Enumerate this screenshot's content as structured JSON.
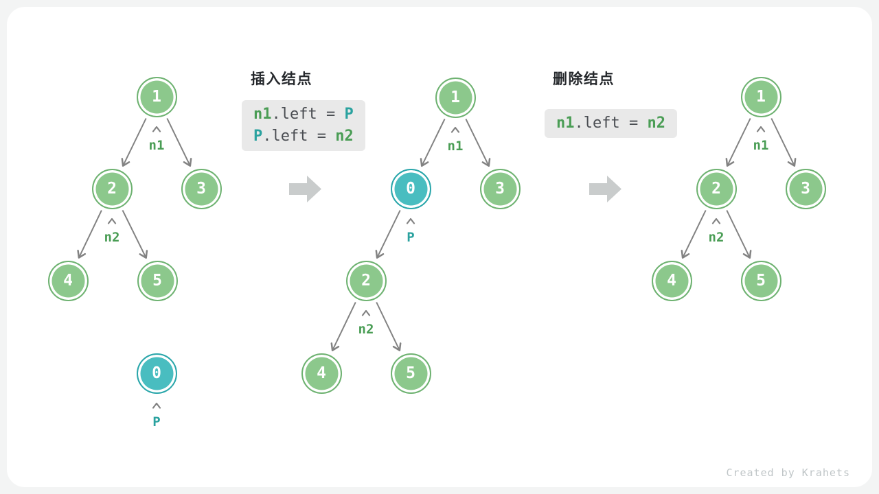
{
  "sections": [
    {
      "title": "插入结点",
      "code": [
        {
          "tokens": [
            "n1",
            ".left = ",
            "P"
          ]
        },
        {
          "tokens": [
            "P",
            ".left = ",
            "n2"
          ]
        }
      ]
    },
    {
      "title": "删除结点",
      "code": [
        {
          "tokens": [
            "n1",
            ".left = ",
            "n2"
          ]
        }
      ]
    }
  ],
  "trees": [
    {
      "name": "before-insert",
      "nodes": [
        {
          "label": "1"
        },
        {
          "label": "2"
        },
        {
          "label": "3"
        },
        {
          "label": "4"
        },
        {
          "label": "5"
        },
        {
          "label": "0"
        }
      ],
      "pointers": [
        {
          "label": "n1"
        },
        {
          "label": "n2"
        },
        {
          "label": "P"
        }
      ]
    },
    {
      "name": "after-insert",
      "nodes": [
        {
          "label": "1"
        },
        {
          "label": "0"
        },
        {
          "label": "3"
        },
        {
          "label": "2"
        },
        {
          "label": "4"
        },
        {
          "label": "5"
        }
      ],
      "pointers": [
        {
          "label": "n1"
        },
        {
          "label": "P"
        },
        {
          "label": "n2"
        }
      ]
    },
    {
      "name": "after-remove",
      "nodes": [
        {
          "label": "1"
        },
        {
          "label": "2"
        },
        {
          "label": "3"
        },
        {
          "label": "4"
        },
        {
          "label": "5"
        }
      ],
      "pointers": [
        {
          "label": "n1"
        },
        {
          "label": "n2"
        }
      ]
    }
  ],
  "footer": {
    "credit": "Created by Krahets"
  },
  "colors": {
    "page_bg": "#f3f4f4",
    "card_bg": "#ffffff",
    "node_green": "#8cc88c",
    "node_green_border": "#6eb271",
    "node_teal": "#49bdc0",
    "node_teal_border": "#2aa6aa",
    "label_green": "#4a9d55",
    "label_teal": "#2aa29f",
    "edge_gray": "#828282",
    "big_arrow_gray": "#c9cccc",
    "code_bg": "#e9e9e9",
    "code_plain": "#4a4d52",
    "title_color": "#25282c",
    "credit_gray": "#bfc5c7"
  }
}
